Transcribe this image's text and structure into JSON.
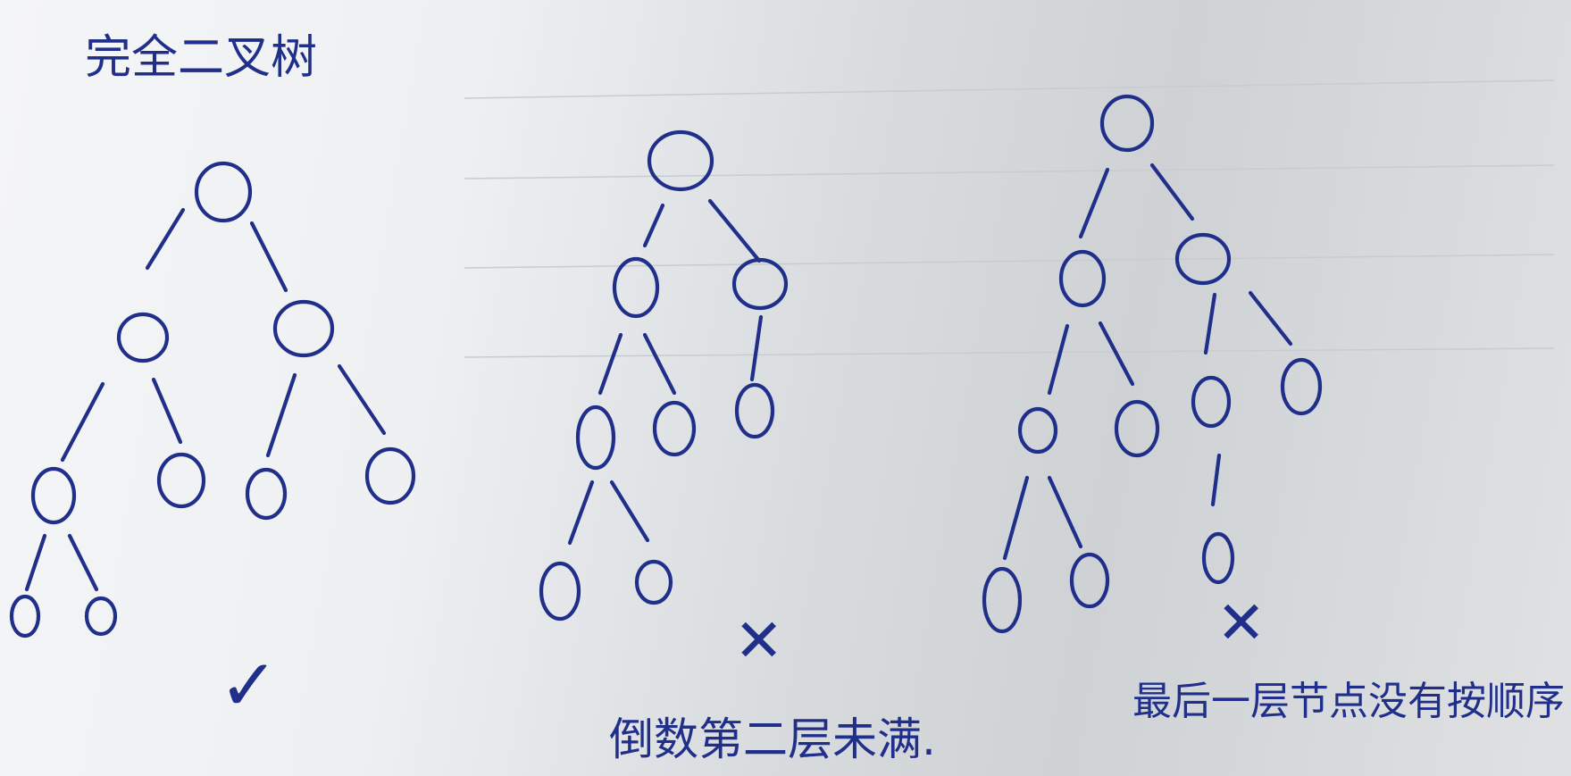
{
  "title": "完全二叉树",
  "trees": [
    {
      "id": "tree-1",
      "mark": "✓",
      "caption": ""
    },
    {
      "id": "tree-2",
      "mark": "✕",
      "caption": "倒数第二层未满."
    },
    {
      "id": "tree-3",
      "mark": "✕",
      "caption": "最后一层节点没有按顺序"
    }
  ],
  "colors": {
    "ink": "#1f2f8a",
    "paper": "#eef0f2"
  }
}
